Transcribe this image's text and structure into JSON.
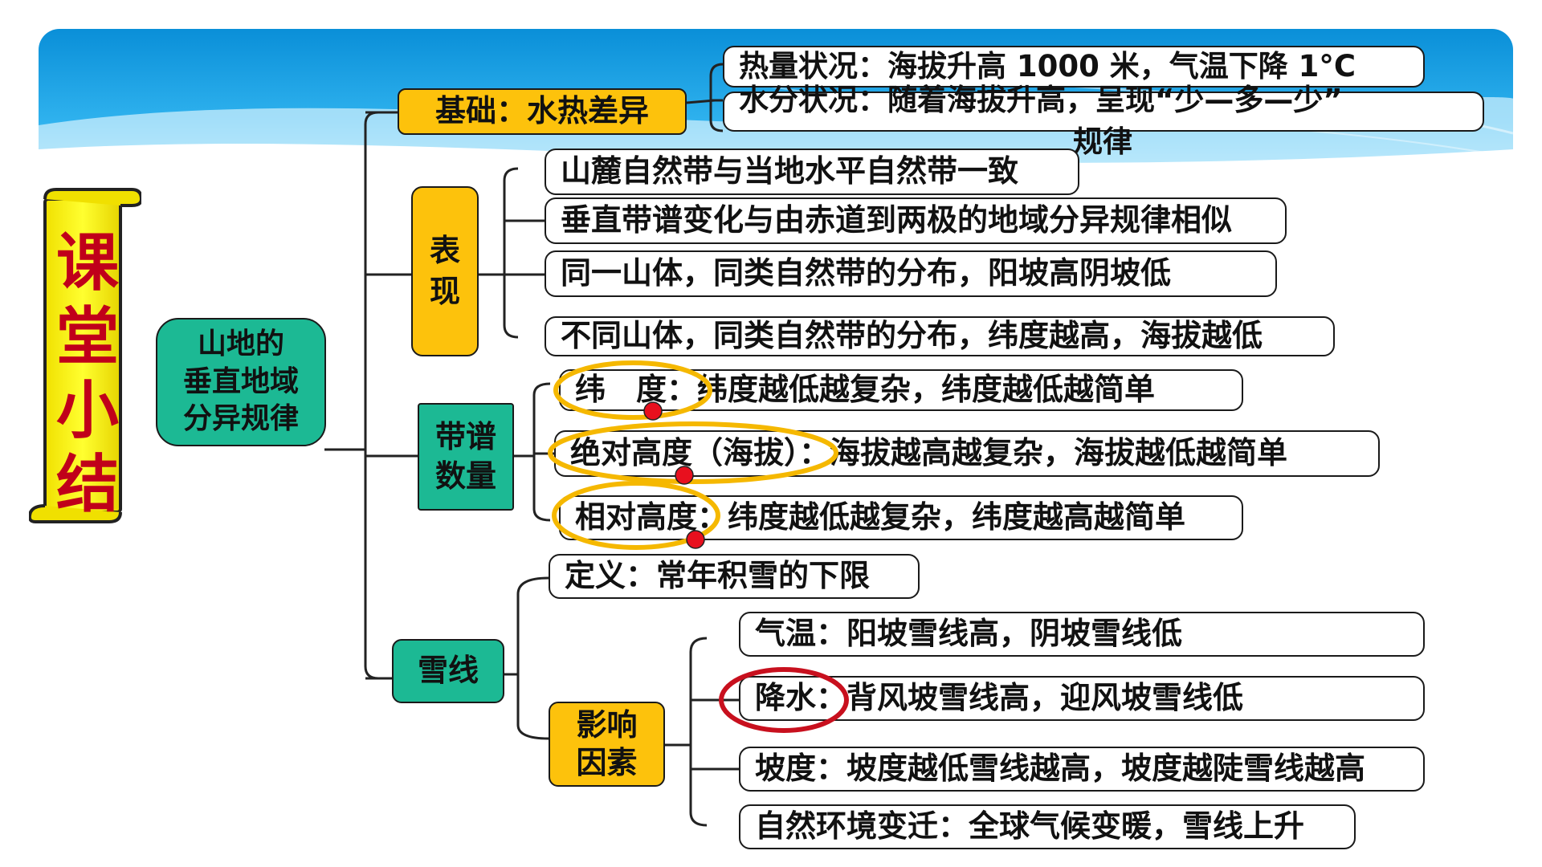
{
  "title": "课堂小结",
  "root": "山地的垂直地域分异规律",
  "root_lines": [
    "山地的",
    "垂直地域",
    "分异规律"
  ],
  "branches": {
    "basis": {
      "label": "基础：水热差异",
      "items": [
        "热量状况：海拔升高 1000 米，气温下降 1°C",
        "水分状况：随着海拔升高，呈现“少—多—少”",
        "规律"
      ]
    },
    "manifest": {
      "label_chars": [
        "表",
        "现"
      ],
      "items": [
        "山麓自然带与当地水平自然带一致",
        "垂直带谱变化与由赤道到两极的地域分异规律相似",
        "同一山体，同类自然带的分布，阳坡高阴坡低",
        "不同山体，同类自然带的分布，纬度越高，海拔越低"
      ]
    },
    "spectrum": {
      "label_lines": [
        "带谱",
        "数量"
      ],
      "items": [
        "纬　度：纬度越低越复杂，纬度越低越简单",
        "绝对高度（海拔）：海拔越高越复杂，海拔越低越简单",
        "相对高度：纬度越低越复杂，纬度越高越简单"
      ]
    },
    "snowline": {
      "label": "雪线",
      "definition": "定义：常年积雪的下限",
      "factors_lines": [
        "影响",
        "因素"
      ],
      "factors": [
        "气温：阳坡雪线高，阴坡雪线低",
        "降水：背风坡雪线高，迎风坡雪线低",
        "坡度：坡度越低雪线越高，坡度越陡雪线越高",
        "自然环境变迁：全球气候变暖，雪线上升"
      ]
    }
  },
  "colors": {
    "yellow": "#fdc20c",
    "teal": "#1cb994",
    "ring_yellow": "#f5b800",
    "ring_red": "#c8101e",
    "dot_red": "#e8101e"
  }
}
